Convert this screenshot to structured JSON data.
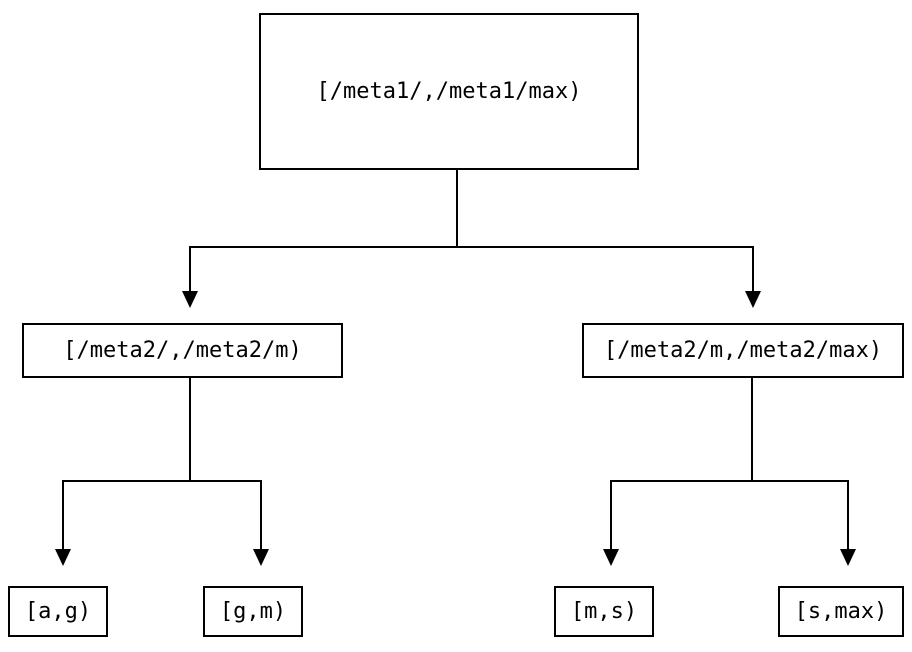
{
  "diagram": {
    "type": "tree",
    "colors": {
      "background": "#ffffff",
      "line": "#000000",
      "text": "#000000"
    },
    "nodes": [
      {
        "id": "root",
        "level": 0,
        "label": "[/meta1/,/meta1/max)"
      },
      {
        "id": "meta2-left",
        "level": 1,
        "label": "[/meta2/,/meta2/m)"
      },
      {
        "id": "meta2-right",
        "level": 1,
        "label": "[/meta2/m,/meta2/max)"
      },
      {
        "id": "leaf-ag",
        "level": 2,
        "label": "[a,g)"
      },
      {
        "id": "leaf-gm",
        "level": 2,
        "label": "[g,m)"
      },
      {
        "id": "leaf-ms",
        "level": 2,
        "label": "[m,s)"
      },
      {
        "id": "leaf-smax",
        "level": 2,
        "label": "[s,max)"
      }
    ],
    "edges": [
      {
        "from": "root",
        "to": "meta2-left"
      },
      {
        "from": "root",
        "to": "meta2-right"
      },
      {
        "from": "meta2-left",
        "to": "leaf-ag"
      },
      {
        "from": "meta2-left",
        "to": "leaf-gm"
      },
      {
        "from": "meta2-right",
        "to": "leaf-ms"
      },
      {
        "from": "meta2-right",
        "to": "leaf-smax"
      }
    ]
  }
}
